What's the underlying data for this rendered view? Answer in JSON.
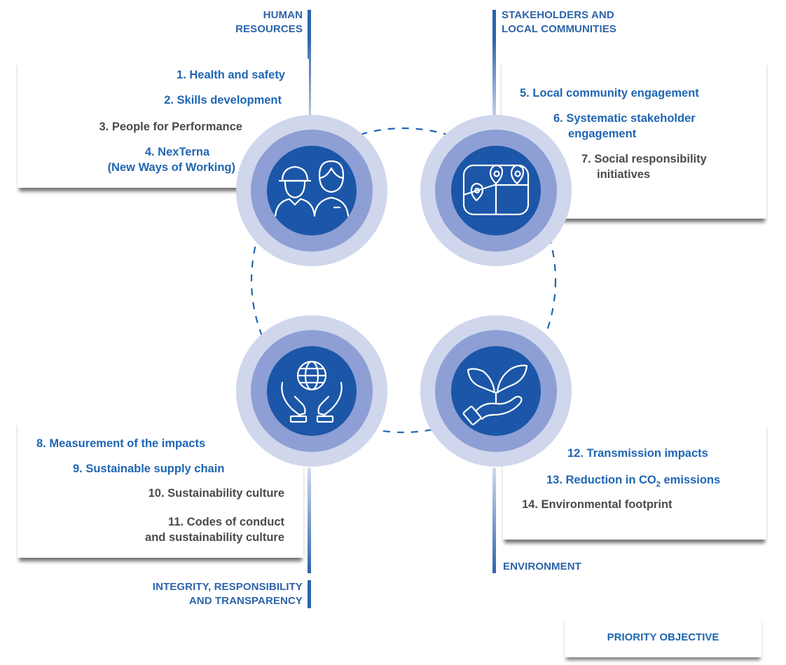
{
  "headings": {
    "human_resources_1": "HUMAN",
    "human_resources_2": "RESOURCES",
    "stakeholders_1": "STAKEHOLDERS AND",
    "stakeholders_2": "LOCAL COMMUNITIES",
    "integrity_1": "INTEGRITY, RESPONSIBILITY",
    "integrity_2": "AND TRANSPARENCY",
    "environment": "ENVIRONMENT"
  },
  "human_resources": [
    {
      "text": "1. Health and safety",
      "priority": true
    },
    {
      "text": "2. Skills development",
      "priority": true
    },
    {
      "text": "3. People for Performance",
      "priority": false
    },
    {
      "text": "4. NexTerna",
      "priority": true
    },
    {
      "text": "(New Ways of Working)",
      "priority": true
    }
  ],
  "stakeholders": [
    {
      "text": "5. Local community engagement",
      "priority": true
    },
    {
      "text": "6. Systematic stakeholder",
      "priority": true
    },
    {
      "text": "engagement",
      "priority": true
    },
    {
      "text": "7. Social responsibility",
      "priority": false
    },
    {
      "text": "initiatives",
      "priority": false
    }
  ],
  "integrity": [
    {
      "text": "8. Measurement of the impacts",
      "priority": true
    },
    {
      "text": "9. Sustainable supply chain",
      "priority": true
    },
    {
      "text": "10. Sustainability culture",
      "priority": false
    },
    {
      "text": "11. Codes of conduct",
      "priority": false
    },
    {
      "text": "and sustainability culture",
      "priority": false
    }
  ],
  "environment": [
    {
      "text": "12. Transmission impacts",
      "priority": true
    },
    {
      "text_pre": "13. Reduction in CO",
      "text_sub": "2",
      "text_post": " emissions",
      "priority": true
    },
    {
      "text": "14. Environmental footprint",
      "priority": false
    }
  ],
  "legend": {
    "label": "PRIORITY OBJECTIVE"
  },
  "icons": {
    "top_left": "workers-icon",
    "top_right": "map-pins-icon",
    "bottom_left": "globe-hands-icon",
    "bottom_right": "plant-hand-icon"
  },
  "colors": {
    "priority": "#1f66b3",
    "secondary": "#4a4a4a",
    "circle_outer": "#d0d6ec",
    "circle_middle": "#8d9fd4",
    "circle_inner": "#1b56a8"
  }
}
